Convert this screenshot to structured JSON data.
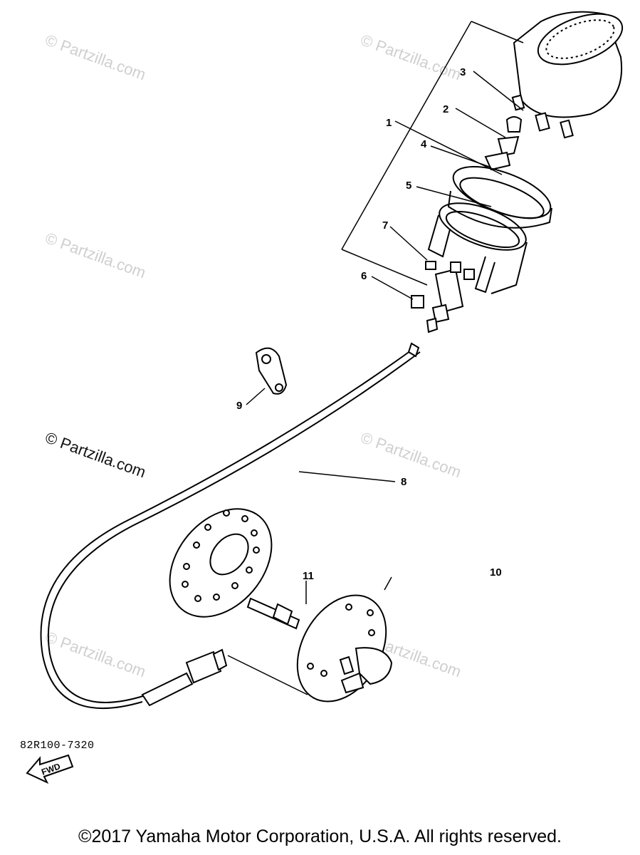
{
  "parts": [
    {
      "id": "1",
      "label": "1"
    },
    {
      "id": "2",
      "label": "2"
    },
    {
      "id": "3",
      "label": "3"
    },
    {
      "id": "4",
      "label": "4"
    },
    {
      "id": "5",
      "label": "5"
    },
    {
      "id": "6",
      "label": "6"
    },
    {
      "id": "7",
      "label": "7"
    },
    {
      "id": "8",
      "label": "8"
    },
    {
      "id": "9",
      "label": "9"
    },
    {
      "id": "10",
      "label": "10"
    },
    {
      "id": "11",
      "label": "11"
    }
  ],
  "watermark": "© Partzilla.com",
  "fwd_label": "FWD",
  "diagram_code": "82R100-7320",
  "copyright": "©2017  Yamaha Motor Corporation, U.S.A. All rights reserved."
}
